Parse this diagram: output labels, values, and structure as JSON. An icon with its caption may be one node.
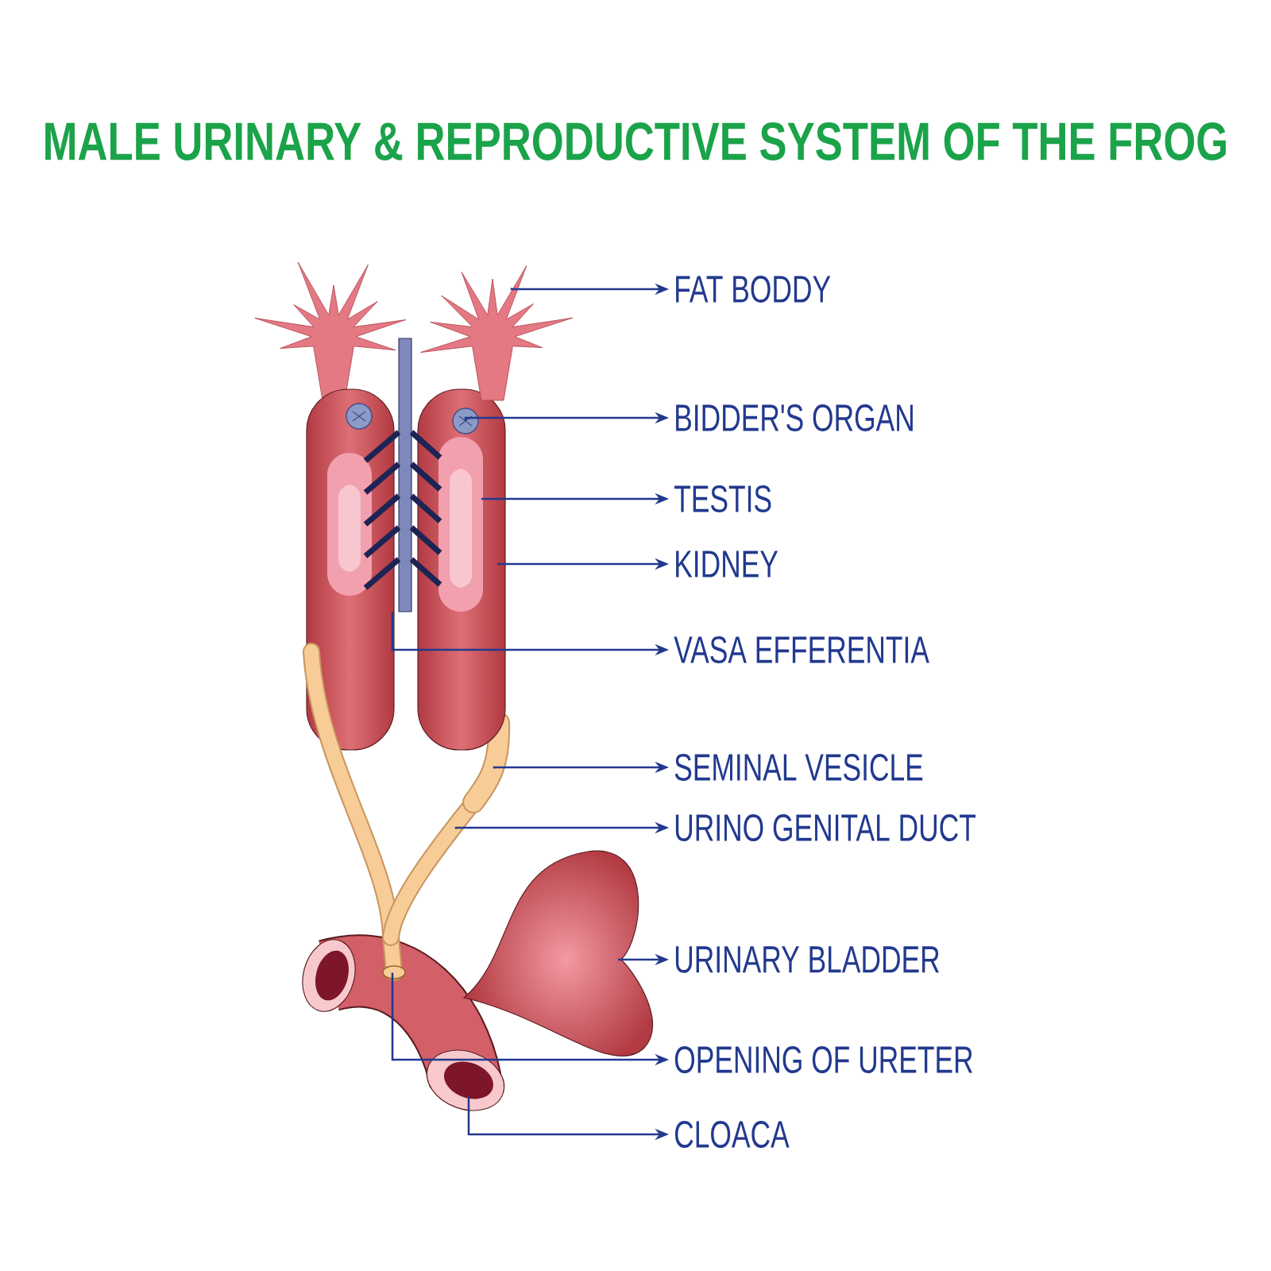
{
  "diagram": {
    "title": "MALE URINARY & REPRODUCTIVE SYSTEM OF THE FROG",
    "nodes": [
      {
        "text": [
          "FAT BODDY"
        ]
      },
      {
        "text": [
          "BIDDER'S ORGAN"
        ]
      },
      {
        "text": [
          "TESTIS"
        ]
      },
      {
        "text": [
          "KIDNEY"
        ]
      },
      {
        "text": [
          "VASA EFFERENTIA"
        ]
      },
      {
        "text": [
          "SEMINAL VESICLE"
        ]
      },
      {
        "text": [
          "URINO GENITAL DUCT"
        ]
      },
      {
        "text": [
          "URINARY BLADDER"
        ]
      },
      {
        "text": [
          "OPENING OF URETER"
        ]
      },
      {
        "text": [
          "CLOACA"
        ]
      },
      {
        "text": [],
        "shape": "picture"
      },
      {
        "text": [],
        "shape": "picture",
        "in": 13
      },
      {
        "text": [],
        "shape": "picture",
        "in": 13
      },
      {
        "text": [],
        "shape": "picture"
      },
      {
        "text": [],
        "shape": "picture"
      },
      {
        "text": [],
        "shape": "picture"
      },
      {
        "text": [],
        "shape": "picture"
      },
      {
        "text": [],
        "shape": "picture"
      },
      {
        "text": [],
        "shape": "circle"
      },
      {
        "text": [],
        "shape": "picture"
      }
    ],
    "edges": [
      {
        "from": 10,
        "to": 0,
        "arrow": "to"
      },
      {
        "from": 11,
        "to": 1,
        "arrow": "to"
      },
      {
        "from": 12,
        "to": 2,
        "arrow": "to"
      },
      {
        "from": 13,
        "to": 3,
        "arrow": "to"
      },
      {
        "from": 14,
        "to": 4,
        "arrow": "to"
      },
      {
        "from": 15,
        "to": 5,
        "arrow": "to"
      },
      {
        "from": 16,
        "to": 6,
        "arrow": "to"
      },
      {
        "from": 17,
        "to": 7,
        "arrow": "to"
      },
      {
        "from": 18,
        "to": 8,
        "arrow": "to"
      },
      {
        "from": 19,
        "to": 9,
        "arrow": "to"
      }
    ]
  }
}
